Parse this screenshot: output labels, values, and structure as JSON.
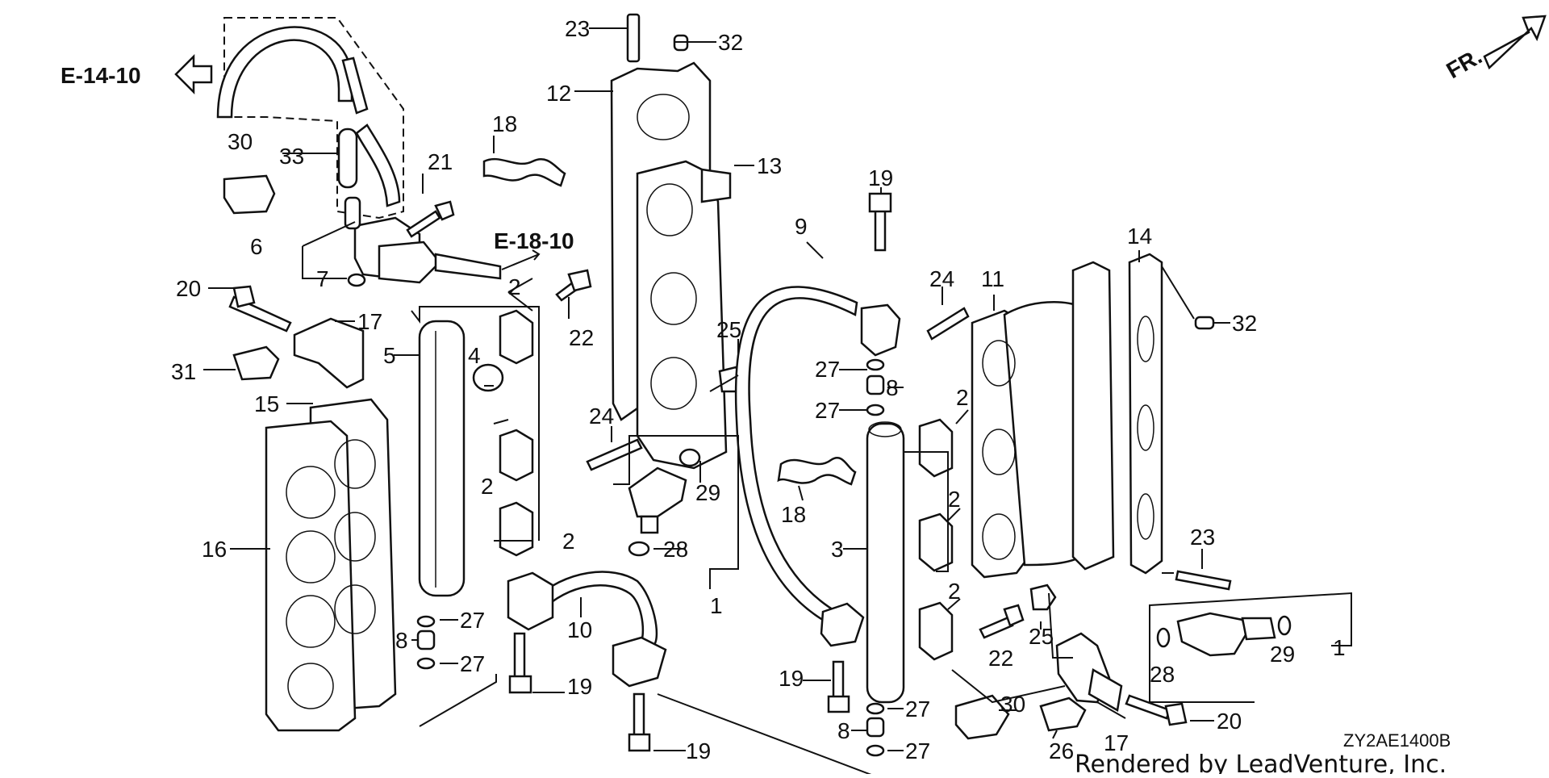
{
  "diagram": {
    "code": "ZY2AE1400B",
    "credit": "Rendered by LeadVenture, Inc.",
    "refs": [
      "E-14-10",
      "E-18-10"
    ],
    "orientation": "FR."
  },
  "callouts": [
    {
      "label": "1"
    },
    {
      "label": "1"
    },
    {
      "label": "2"
    },
    {
      "label": "2"
    },
    {
      "label": "2"
    },
    {
      "label": "2"
    },
    {
      "label": "2"
    },
    {
      "label": "2"
    },
    {
      "label": "3"
    },
    {
      "label": "4"
    },
    {
      "label": "5"
    },
    {
      "label": "6"
    },
    {
      "label": "7"
    },
    {
      "label": "8"
    },
    {
      "label": "8"
    },
    {
      "label": "8"
    },
    {
      "label": "9"
    },
    {
      "label": "10"
    },
    {
      "label": "11"
    },
    {
      "label": "12"
    },
    {
      "label": "13"
    },
    {
      "label": "14"
    },
    {
      "label": "15"
    },
    {
      "label": "16"
    },
    {
      "label": "17"
    },
    {
      "label": "17"
    },
    {
      "label": "18"
    },
    {
      "label": "18"
    },
    {
      "label": "19"
    },
    {
      "label": "19"
    },
    {
      "label": "19"
    },
    {
      "label": "19"
    },
    {
      "label": "20"
    },
    {
      "label": "20"
    },
    {
      "label": "21"
    },
    {
      "label": "22"
    },
    {
      "label": "22"
    },
    {
      "label": "23"
    },
    {
      "label": "23"
    },
    {
      "label": "24"
    },
    {
      "label": "24"
    },
    {
      "label": "25"
    },
    {
      "label": "25"
    },
    {
      "label": "26"
    },
    {
      "label": "27"
    },
    {
      "label": "27"
    },
    {
      "label": "27"
    },
    {
      "label": "27"
    },
    {
      "label": "27"
    },
    {
      "label": "27"
    },
    {
      "label": "28"
    },
    {
      "label": "28"
    },
    {
      "label": "29"
    },
    {
      "label": "29"
    },
    {
      "label": "30"
    },
    {
      "label": "30"
    },
    {
      "label": "31"
    },
    {
      "label": "32"
    },
    {
      "label": "32"
    },
    {
      "label": "33"
    }
  ]
}
